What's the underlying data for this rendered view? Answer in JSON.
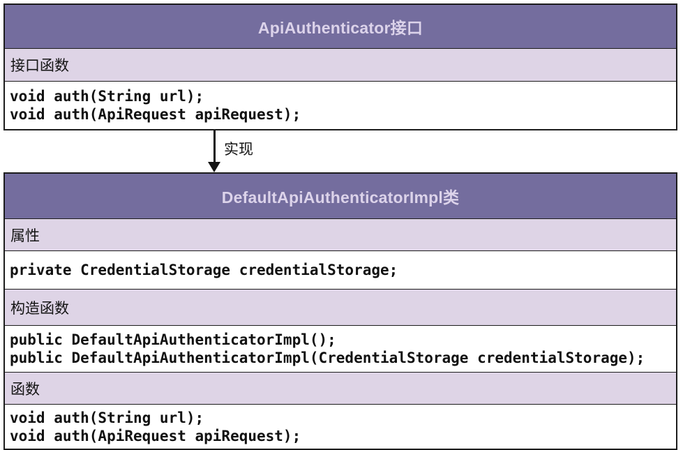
{
  "colors": {
    "header_bg": "#746d9e",
    "header_text": "#dcd3ea",
    "section_bg": "#ded4e6",
    "border": "#1c1c1c",
    "code_bg": "#ffffff",
    "code_text": "#111111"
  },
  "interface_box": {
    "title": "ApiAuthenticator接口",
    "sections": [
      {
        "label": "接口函数",
        "code": [
          "void auth(String url);",
          "void auth(ApiRequest apiRequest);"
        ]
      }
    ]
  },
  "relation": {
    "label": "实现"
  },
  "class_box": {
    "title": "DefaultApiAuthenticatorImpl类",
    "sections": [
      {
        "label": "属性",
        "code": [
          "private CredentialStorage credentialStorage;"
        ]
      },
      {
        "label": "构造函数",
        "code": [
          "public DefaultApiAuthenticatorImpl();",
          "public DefaultApiAuthenticatorImpl(CredentialStorage credentialStorage);"
        ]
      },
      {
        "label": "函数",
        "code": [
          "void auth(String url);",
          "void auth(ApiRequest apiRequest);"
        ]
      }
    ]
  }
}
